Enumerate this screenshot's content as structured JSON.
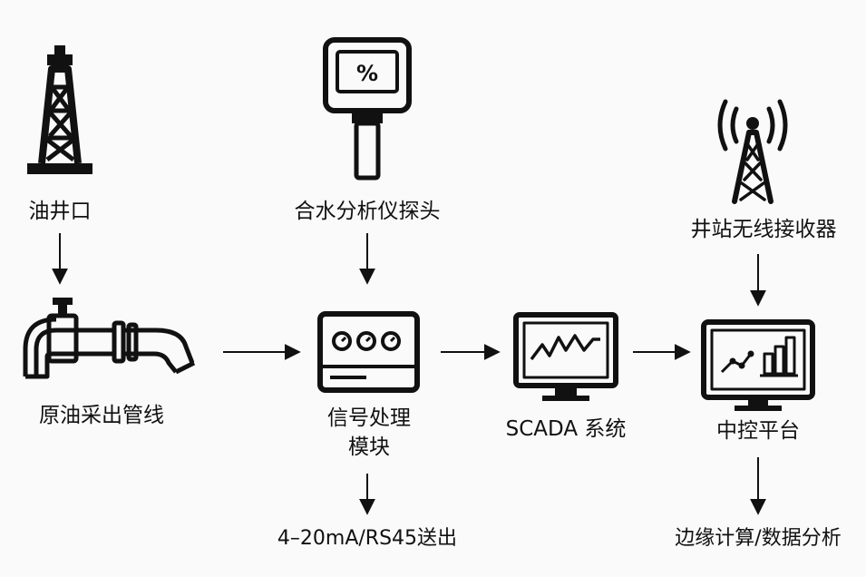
{
  "nodes": {
    "wellhead": {
      "label": "油井口"
    },
    "water_cut_probe": {
      "label": "合水分析仪探头",
      "display_symbol": "%"
    },
    "wireless_receiver": {
      "label": "井站无线接收器"
    },
    "pipeline": {
      "label": "原油采出管线"
    },
    "signal_module": {
      "label_line1": "信号处理",
      "label_line2": "模块"
    },
    "scada": {
      "label": "SCADA 系统"
    },
    "control_platform": {
      "label": "中控平台"
    },
    "output_signal": {
      "label": "4–20mA/RS45送出"
    },
    "edge_computing": {
      "label": "边缘计算/数据分析"
    }
  },
  "colors": {
    "stroke": "#111111",
    "background": "#fafafa"
  }
}
